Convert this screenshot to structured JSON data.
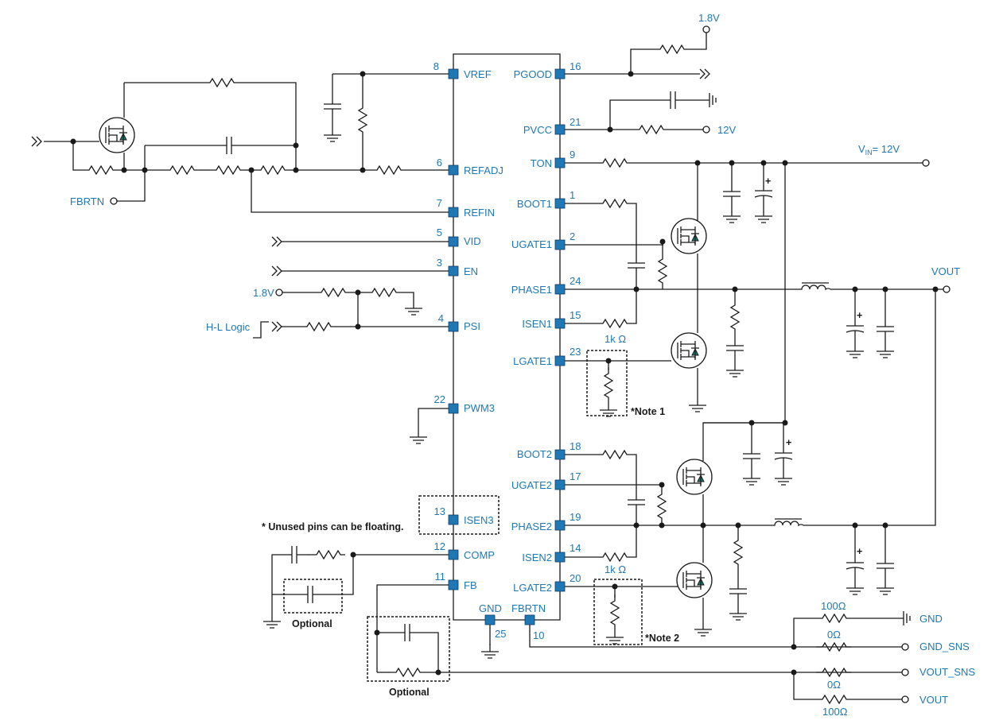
{
  "ic": {
    "left_pins": [
      {
        "num": "8",
        "name": "VREF"
      },
      {
        "num": "6",
        "name": "REFADJ"
      },
      {
        "num": "7",
        "name": "REFIN"
      },
      {
        "num": "5",
        "name": "VID"
      },
      {
        "num": "3",
        "name": "EN"
      },
      {
        "num": "4",
        "name": "PSI"
      },
      {
        "num": "22",
        "name": "PWM3"
      },
      {
        "num": "13",
        "name": "ISEN3"
      },
      {
        "num": "12",
        "name": "COMP"
      },
      {
        "num": "11",
        "name": "FB"
      }
    ],
    "right_pins": [
      {
        "num": "16",
        "name": "PGOOD"
      },
      {
        "num": "21",
        "name": "PVCC"
      },
      {
        "num": "9",
        "name": "TON"
      },
      {
        "num": "1",
        "name": "BOOT1"
      },
      {
        "num": "2",
        "name": "UGATE1"
      },
      {
        "num": "24",
        "name": "PHASE1"
      },
      {
        "num": "15",
        "name": "ISEN1"
      },
      {
        "num": "23",
        "name": "LGATE1"
      },
      {
        "num": "18",
        "name": "BOOT2"
      },
      {
        "num": "17",
        "name": "UGATE2"
      },
      {
        "num": "19",
        "name": "PHASE2"
      },
      {
        "num": "14",
        "name": "ISEN2"
      },
      {
        "num": "20",
        "name": "LGATE2"
      }
    ],
    "bottom_pins": [
      {
        "num": "25",
        "name": "GND"
      },
      {
        "num": "10",
        "name": "FBRTN"
      }
    ]
  },
  "labels": {
    "v18_top": "1.8V",
    "v12_pvcc": "12V",
    "vin_main": "V",
    "vin_sub": "IN",
    "vin_value": "= 12V",
    "vout": "VOUT",
    "fbrtn_in": "FBRTN",
    "v18_psi": "1.8V",
    "hl_logic": "H-L Logic",
    "isen_res_1": "1k Ω",
    "isen_res_2": "1k Ω",
    "note1": "*Note 1",
    "note2": "*Note 2",
    "unused_note": "* Unused pins can be floating.",
    "optional_1": "Optional",
    "optional_2": "Optional",
    "gnd_out": "GND",
    "gnd_sns": "GND_SNS",
    "vout_sns": "VOUT_SNS",
    "vout_out": "VOUT",
    "r100_1": "100Ω",
    "r0_1": "0Ω",
    "r0_2": "0Ω",
    "r100_2": "100Ω"
  },
  "colors": {
    "pin_fill": "#1f78b4",
    "label_text": "#1f78b4",
    "wire": "#1a1a1a",
    "diode_fill": "#1a7f74"
  }
}
